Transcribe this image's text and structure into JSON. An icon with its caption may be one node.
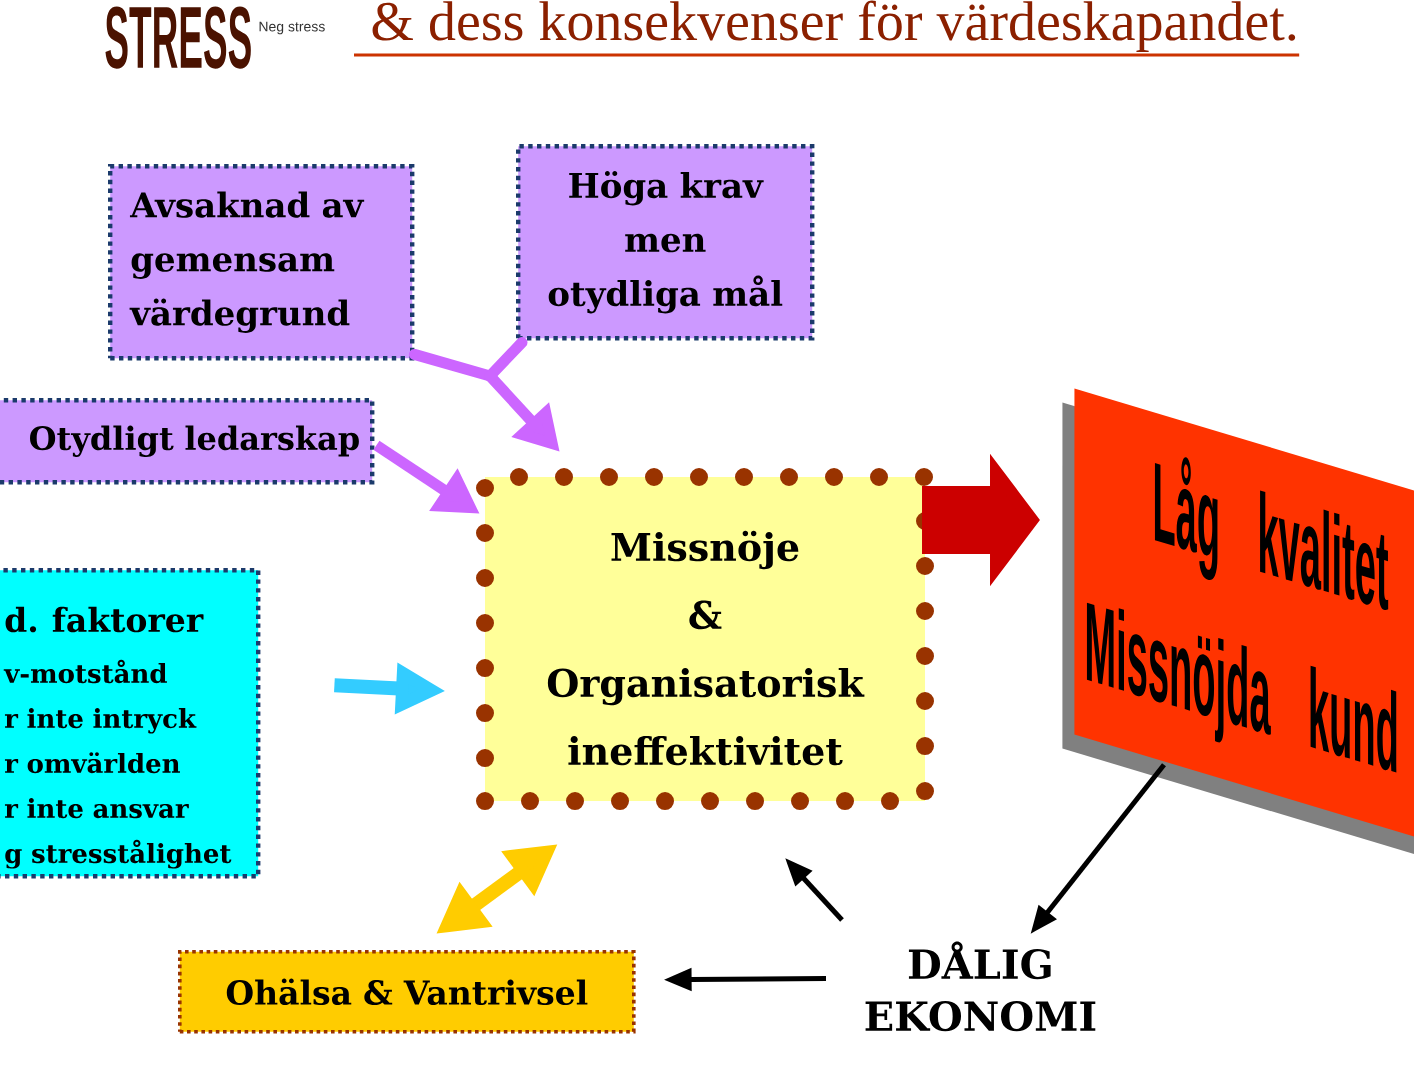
{
  "diagram": {
    "title": "& dess konsekvenser för värdeskapandet.",
    "nodes": [
      {
        "text": [
          "Avsaknad av gemensam värdegrund"
        ]
      },
      {
        "text": [
          "Höga krav men otydliga mål"
        ]
      },
      {
        "text": [
          "Otydligt ledarskap"
        ]
      },
      {
        "text": [
          "d. faktorer",
          "v-motstånd",
          "r inte intryck",
          "r omvärlden",
          "r inte ansvar",
          "g stresstålighet"
        ]
      },
      {
        "text": [
          "Missnöje & Organisatorisk ineffektivitet"
        ]
      },
      {
        "text": [
          "Låg kvalitet",
          "Missnöjda kund"
        ]
      },
      {
        "text": [
          "Ohälsa & Vantrivsel"
        ]
      },
      {
        "text": [
          "DÅLIG EKONOMI"
        ]
      }
    ],
    "edges": [
      {
        "from": 0,
        "to": 4,
        "arrow": "to",
        "color": "#cc66ff"
      },
      {
        "from": 1,
        "to": 4,
        "arrow": "to",
        "color": "#cc66ff"
      },
      {
        "from": 2,
        "to": 4,
        "arrow": "to",
        "color": "#cc66ff"
      },
      {
        "from": 3,
        "to": 4,
        "arrow": "to",
        "color": "#33ccff"
      },
      {
        "from": 4,
        "to": 5,
        "arrow": "to",
        "style": "thick",
        "color": "#cc0000"
      },
      {
        "from": 6,
        "to": 4,
        "arrow": "both",
        "color": "#ffcc00"
      },
      {
        "from": 7,
        "to": 4,
        "arrow": "to",
        "color": "#000000"
      },
      {
        "from": 5,
        "to": 7,
        "arrow": "to",
        "color": "#000000"
      },
      {
        "from": 7,
        "to": 6,
        "arrow": "to",
        "color": "#000000"
      }
    ],
    "labels": [
      "STRESS",
      "Neg stress"
    ]
  }
}
